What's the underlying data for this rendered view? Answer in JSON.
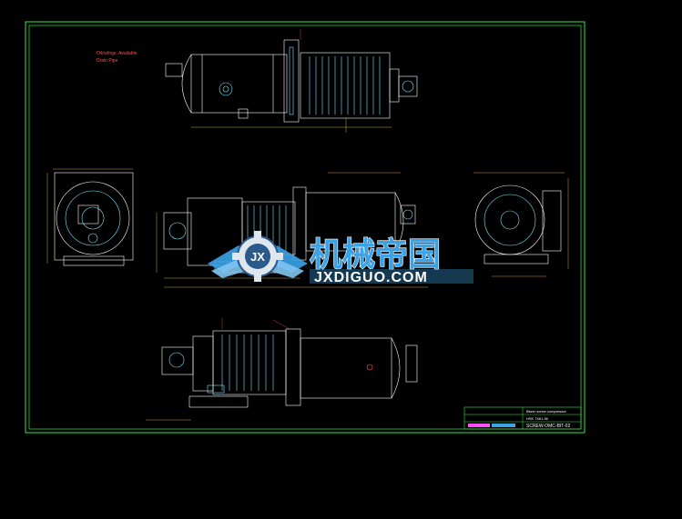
{
  "drawing": {
    "colors": {
      "background": "#000000",
      "frame": "#2ee84a",
      "outline": "#ffffff",
      "detail": "#7fe6ff",
      "dimension": "#ffd24a",
      "note": "#ff4d4d",
      "watermark": "#3aa3e8"
    },
    "note": {
      "line1": "Oil/refrige. Available",
      "line2": "Drain Pipe"
    },
    "title_block": {
      "line1": "Bitzer screw compressor",
      "line2": "HSK 7461-90",
      "drawing_no": "SCREW-OMC-BIT-02"
    },
    "watermark": {
      "logo_icon": "gear-wings-logo",
      "initials": "JX",
      "title_cn": "机械帝国",
      "site": "JXDIGUO.COM"
    }
  }
}
